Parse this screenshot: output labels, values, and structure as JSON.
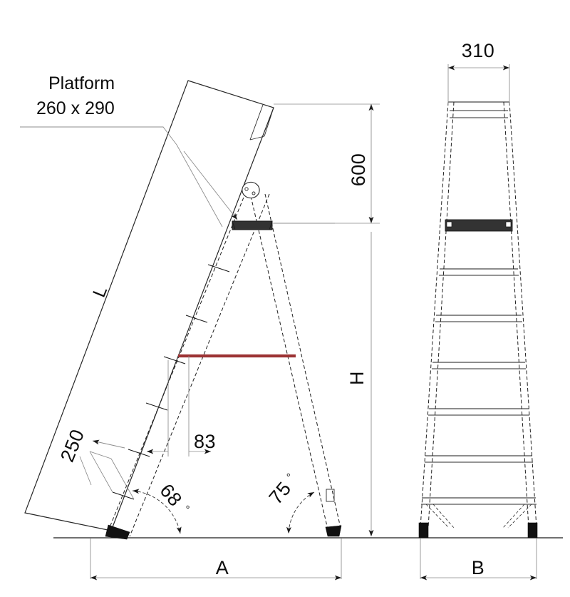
{
  "drawing": {
    "title": "Step ladder technical drawing",
    "views": {
      "side": "side-elevation",
      "front": "front-elevation"
    },
    "platform_note": {
      "line1": "Platform",
      "line2": "260 x 290"
    },
    "dimensions": {
      "height_600": "600",
      "height_H": "H",
      "width_A": "A",
      "width_B": "B",
      "width_310": "310",
      "step_250": "250",
      "offset_83": "83",
      "rail_L": "L"
    },
    "angles": {
      "front_rail": "68",
      "rear_leg": "75",
      "degree_symbol": "°"
    },
    "colors": {
      "spreader_bar": "#9c3334",
      "platform_dark": "#333333",
      "foot_black": "#111111",
      "line": "#1a1a1a",
      "dimension_line": "#8a8a8a"
    },
    "counts": {
      "front_view_steps": 6,
      "side_view_steps": 6
    }
  }
}
